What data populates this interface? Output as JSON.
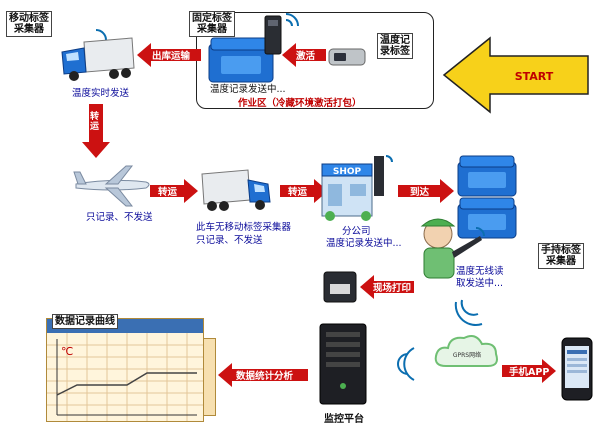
{
  "labels": {
    "mobile_collector": [
      "移动标签",
      "采集器"
    ],
    "fixed_collector": [
      "固定标签",
      "采集器"
    ],
    "temp_tag": [
      "温度记",
      "录标签"
    ],
    "handheld_collector": [
      "手持标签",
      "采集器"
    ],
    "chart_title": "数据记录曲线"
  },
  "arrows": {
    "outbound": "出库运输",
    "activate": "激活",
    "start": "START",
    "transfer1": "转运",
    "transfer2": "转运",
    "transfer3": "转运",
    "arrive": "到达",
    "print": "现场打印",
    "stats": "数据统计分析",
    "app": "手机APP"
  },
  "captions": {
    "truck_top": "温度实时发送",
    "box_sending": "温度记录发送中...",
    "work_area": "作业区（冷藏环境激活打包）",
    "plane": "只记录、不发送",
    "truck_mid": [
      "此车无移动标签采集器",
      "只记录、不发送"
    ],
    "branch": [
      "分公司",
      "温度记录发送中..."
    ],
    "person": [
      "温度无线读",
      "取发送中..."
    ],
    "platform": "监控平台",
    "gprs": "GPRS网络",
    "shop_sign": "SHOP",
    "celsius": "℃"
  },
  "colors": {
    "arrow_red": "#cc1111",
    "start_yellow": "#f7d11a",
    "text_blue": "#0b0b9a",
    "box_blue": "#1f6fd1"
  }
}
